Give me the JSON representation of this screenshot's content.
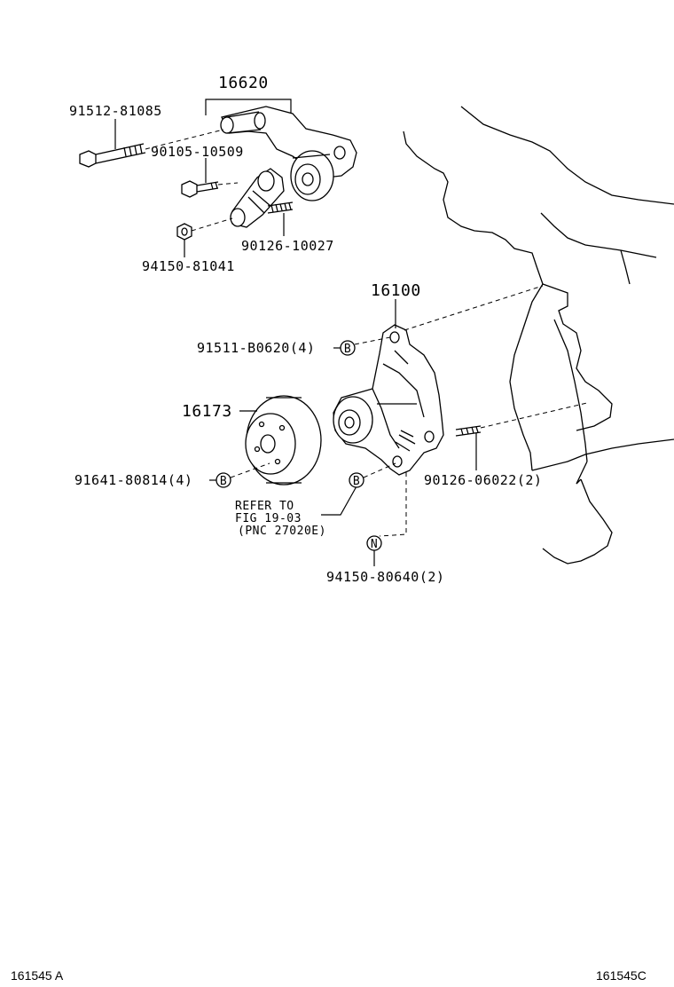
{
  "labels": {
    "p16620": "16620",
    "p91512": "91512-81085",
    "p90105": "90105-10509",
    "p90126a": "90126-10027",
    "p94150a": "94150-81041",
    "p16100": "16100",
    "p91511": "91511-B0620(4)",
    "p16173": "16173",
    "p91641": "91641-80814(4)",
    "p90126b": "90126-06022(2)",
    "refer1": "REFER TO",
    "refer2": "FIG 19-03",
    "refer3": "(PNC 27020E)",
    "p94150b": "94150-80640(2)"
  },
  "markers": {
    "b": "B",
    "n": "N"
  },
  "footer": {
    "left": "161545  A",
    "right": "161545C"
  }
}
